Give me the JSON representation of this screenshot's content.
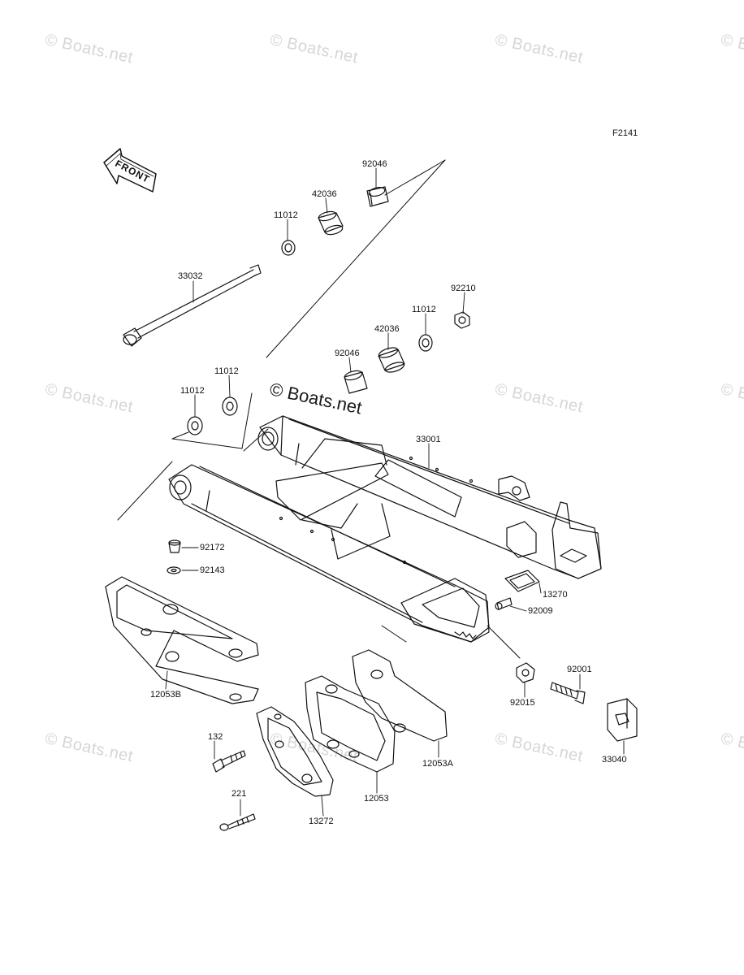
{
  "diagram_code": "F2141",
  "front_label": "FRONT",
  "watermark_text": "© Boats.net",
  "center_watermark_text": "© Boats.net",
  "parts": {
    "p92046_a": "92046",
    "p42036_a": "42036",
    "p11012_a": "11012",
    "p33032": "33032",
    "p92210": "92210",
    "p11012_b": "11012",
    "p42036_b": "42036",
    "p92046_b": "92046",
    "p11012_c": "11012",
    "p11012_d": "11012",
    "p33001": "33001",
    "p92172": "92172",
    "p92143": "92143",
    "p13270": "13270",
    "p92009": "92009",
    "p12053B": "12053B",
    "p92015": "92015",
    "p92001": "92001",
    "p132": "132",
    "p12053A": "12053A",
    "p33040": "33040",
    "p221": "221",
    "p12053": "12053",
    "p13272": "13272"
  }
}
